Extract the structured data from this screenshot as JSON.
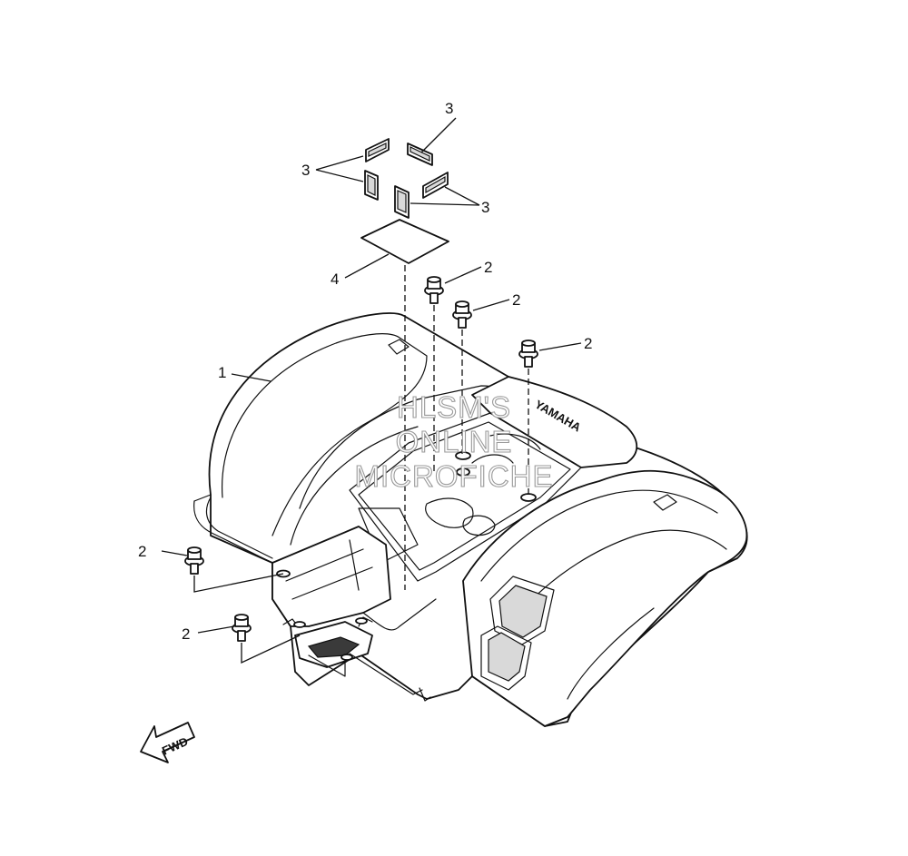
{
  "callouts": {
    "part1": "1",
    "part2": "2",
    "part3": "3",
    "part4": "4"
  },
  "watermark": {
    "line1": "HLSM'S",
    "line2": "ONLINE",
    "line3": "MICROFICHE"
  },
  "brand_text": "YAMAHA",
  "direction_label": "FWD",
  "colors": {
    "line": "#111111",
    "watermark_outline": "#9a9a9a",
    "background": "#ffffff"
  }
}
